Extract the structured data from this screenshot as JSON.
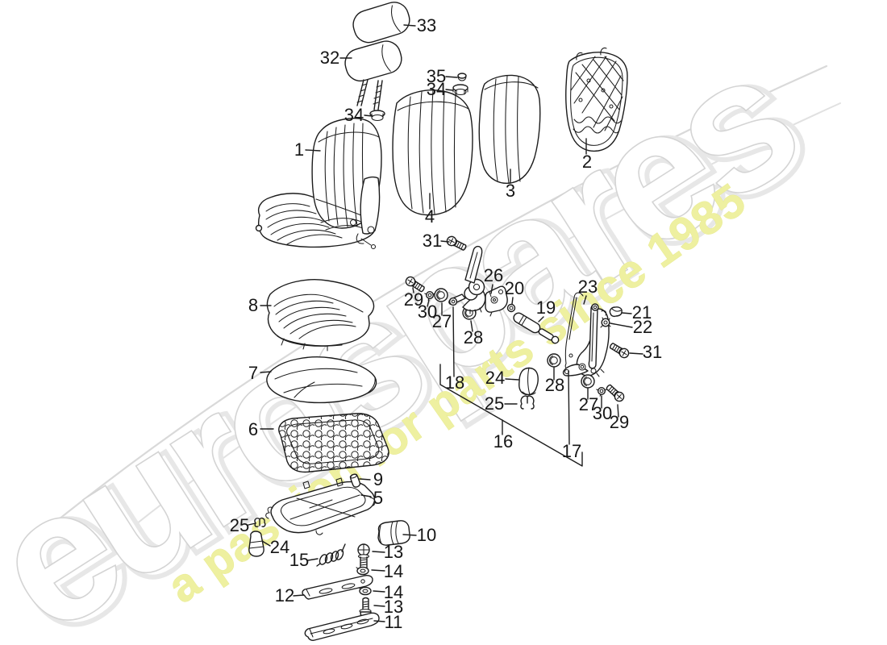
{
  "watermark": {
    "brand": "eurospares",
    "tagline": "a passion for parts since 1985",
    "brand_outline_color": "#d4d4d4",
    "tagline_color": "#eef0a0"
  },
  "diagram": {
    "line_color": "#1c1c1c",
    "background_color": "#ffffff",
    "subject": "front seat exploded parts diagram"
  },
  "callouts": {
    "c1": "1",
    "c2": "2",
    "c3": "3",
    "c4": "4",
    "c5": "5",
    "c6": "6",
    "c7": "7",
    "c8": "8",
    "c9": "9",
    "c10": "10",
    "c11": "11",
    "c12": "12",
    "c13a": "13",
    "c13b": "13",
    "c14a": "14",
    "c14b": "14",
    "c15": "15",
    "c16": "16",
    "c17": "17",
    "c18": "18",
    "c19": "19",
    "c20": "20",
    "c21": "21",
    "c22": "22",
    "c23": "23",
    "c24a": "24",
    "c24b": "24",
    "c25a": "25",
    "c25b": "25",
    "c26": "26",
    "c27a": "27",
    "c27b": "27",
    "c28a": "28",
    "c28b": "28",
    "c29a": "29",
    "c29b": "29",
    "c30a": "30",
    "c30b": "30",
    "c31a": "31",
    "c31b": "31",
    "c32": "32",
    "c33": "33",
    "c34a": "34",
    "c34b": "34",
    "c35": "35"
  }
}
